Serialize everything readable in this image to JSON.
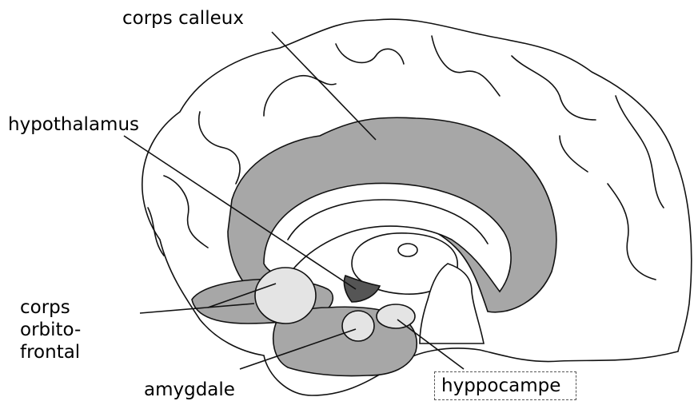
{
  "labels": {
    "corps_calleux": "corps calleux",
    "hypothalamus": "hypothalamus",
    "corps_orbitofrontal": [
      "corps",
      "orbito-",
      "frontal"
    ],
    "amygdale": "amygdale",
    "hyppocampe": "hyppocampe"
  },
  "colors": {
    "structure_fill": "#a7a7a7",
    "highlight_fill": "#e4e4e4",
    "hypothalamus_fill": "#555555",
    "outline": "#111111",
    "background": "#ffffff"
  }
}
